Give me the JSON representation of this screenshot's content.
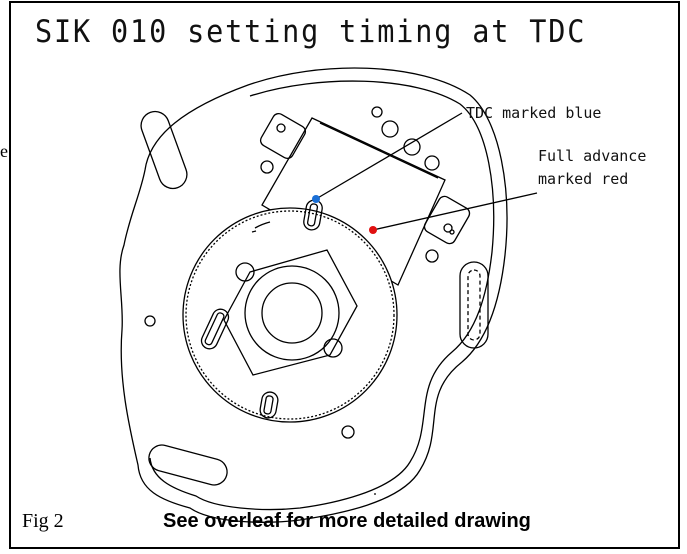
{
  "edge_fragment": "e",
  "title": "SIK 010  setting timing at TDC",
  "callouts": {
    "tdc": "TDC marked blue",
    "advance_line1": "Full advance",
    "advance_line2": "marked red"
  },
  "markers": {
    "tdc_color": "#1a6fd6",
    "advance_color": "#e01010"
  },
  "footer": {
    "figure_label": "Fig 2",
    "note": "See overleaf for more detailed drawing"
  }
}
